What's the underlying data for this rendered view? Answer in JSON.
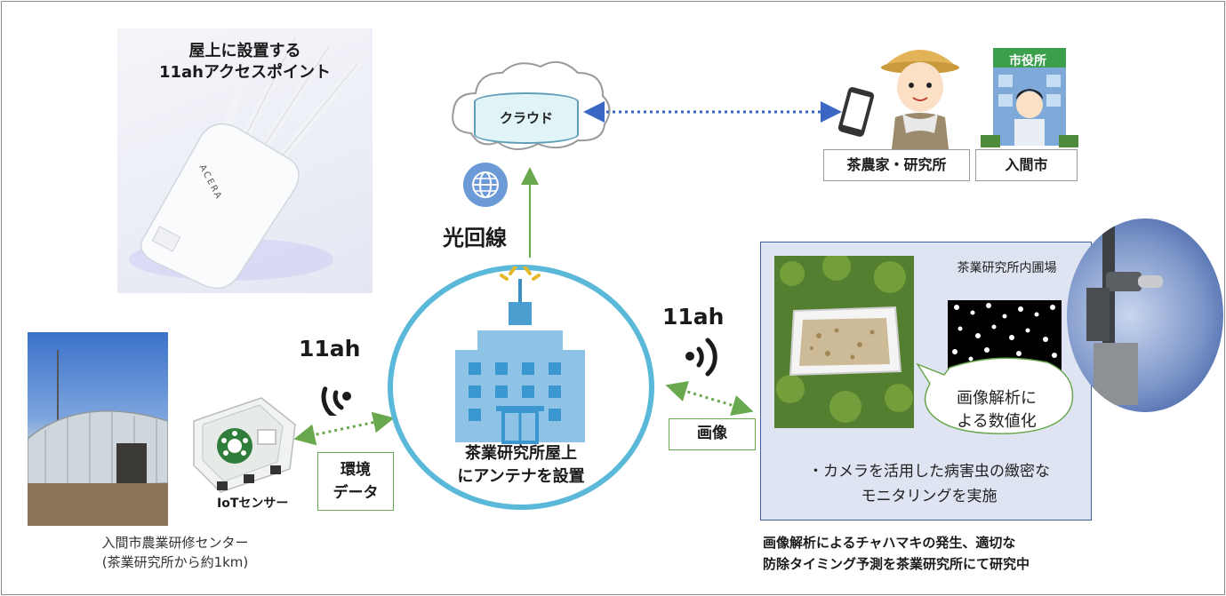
{
  "access_point": {
    "caption_line1": "屋上に設置する",
    "caption_line2": "11ahアクセスポイント",
    "brand": "ACERA"
  },
  "cloud": {
    "label": "クラウド"
  },
  "fiber": {
    "label": "光回線"
  },
  "users": {
    "farmer_label": "茶農家・研究所",
    "city_label": "入間市",
    "city_sign": "市役所"
  },
  "center": {
    "label_line1": "茶業研究所屋上",
    "label_line2": "にアンテナを設置"
  },
  "link_left": {
    "label": "11ah",
    "data_box_line1": "環境",
    "data_box_line2": "データ"
  },
  "link_right": {
    "label": "11ah",
    "data_box": "画像"
  },
  "sensor": {
    "label": "IoTセンサー"
  },
  "greenhouse": {
    "caption_line1": "入間市農業研修センター",
    "caption_line2": "(茶業研究所から約1km)"
  },
  "analysis": {
    "field_label": "茶業研究所内圃場",
    "bubble_line1": "画像解析に",
    "bubble_line2": "よる数値化",
    "note_line1": "・カメラを活用した病害虫の緻密な",
    "note_line2": "モニタリングを実施",
    "caption_line1": "画像解析によるチャハマキの発生、適切な",
    "caption_line2": "防除タイミング予測を茶業研究所にて研究中"
  },
  "colors": {
    "circle": "#5ab8d8",
    "green_arrow": "#6aa84f",
    "blue_arrow": "#3a66c4",
    "panel_bg": "#dfe4f2",
    "panel_border": "#41609a"
  }
}
